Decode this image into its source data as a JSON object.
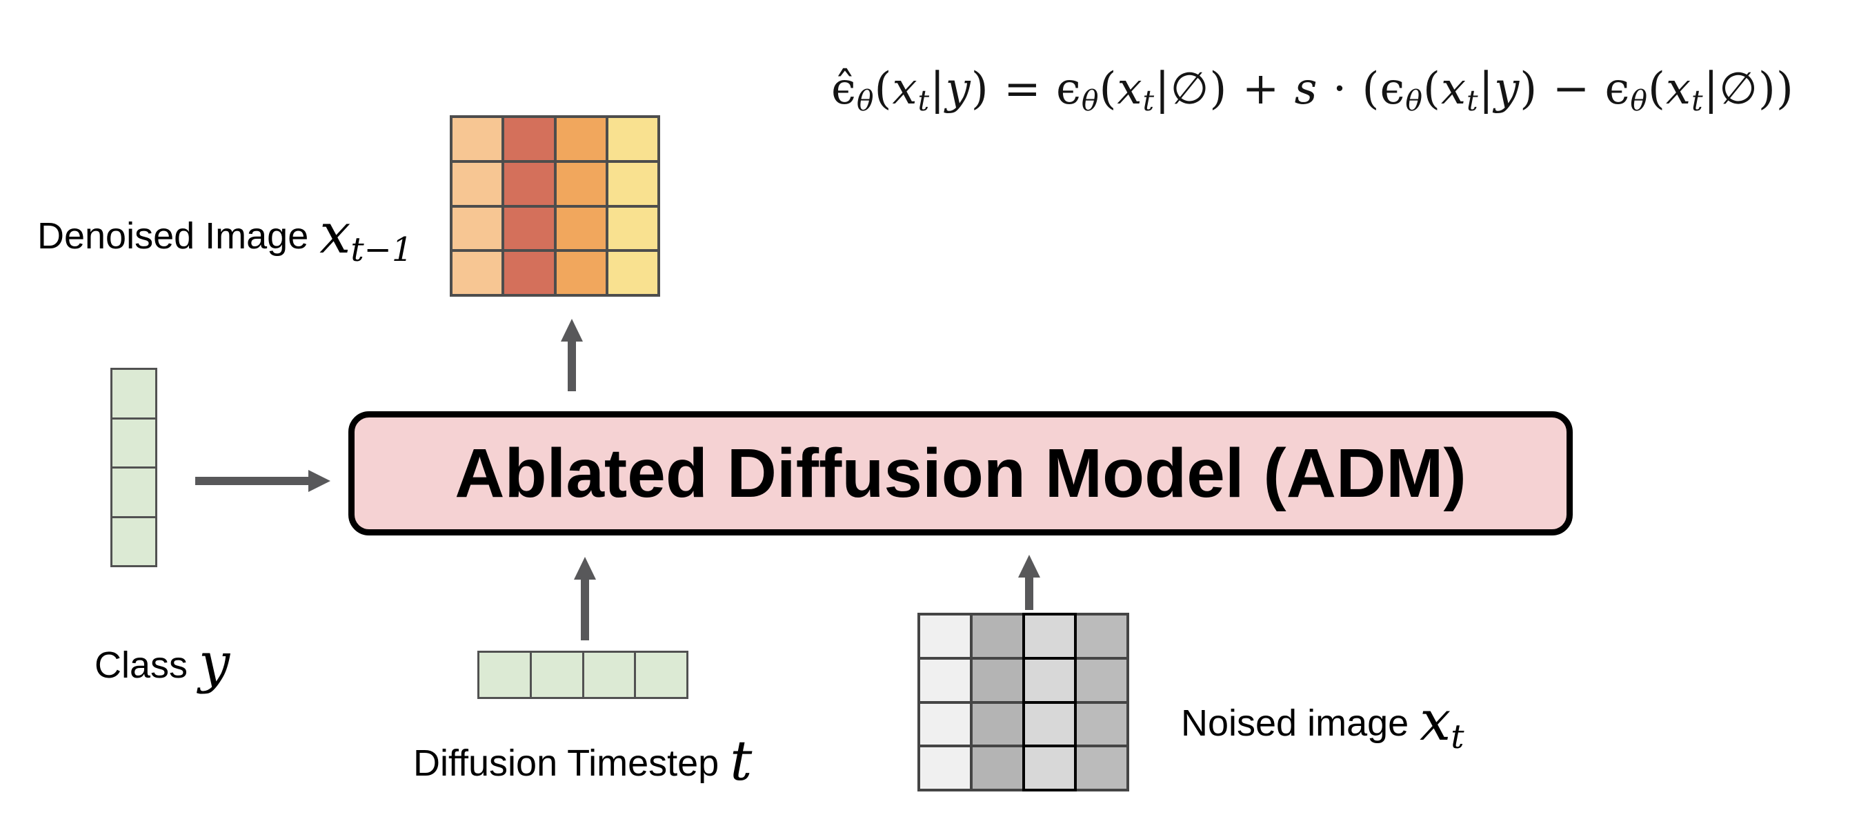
{
  "formula": {
    "text": "ϵ̂_θ(x_t|y) = ϵ_θ(x_t|∅) + s · (ϵ_θ(x_t|y) − ϵ_θ(x_t|∅))",
    "parts": [
      [
        "m",
        "ϵ̂"
      ],
      [
        "s",
        "θ"
      ],
      [
        "m",
        "("
      ],
      [
        "mi",
        "x"
      ],
      [
        "s",
        "t"
      ],
      [
        "m",
        "|"
      ],
      [
        "mi",
        "y"
      ],
      [
        "m",
        ") = "
      ],
      [
        "m",
        "ϵ"
      ],
      [
        "s",
        "θ"
      ],
      [
        "m",
        "("
      ],
      [
        "mi",
        "x"
      ],
      [
        "s",
        "t"
      ],
      [
        "m",
        "|∅) + "
      ],
      [
        "mi",
        "s"
      ],
      [
        "m",
        " · ("
      ],
      [
        "m",
        "ϵ"
      ],
      [
        "s",
        "θ"
      ],
      [
        "m",
        "("
      ],
      [
        "mi",
        "x"
      ],
      [
        "s",
        "t"
      ],
      [
        "m",
        "|"
      ],
      [
        "mi",
        "y"
      ],
      [
        "m",
        ") − "
      ],
      [
        "m",
        "ϵ"
      ],
      [
        "s",
        "θ"
      ],
      [
        "m",
        "("
      ],
      [
        "mi",
        "x"
      ],
      [
        "s",
        "t"
      ],
      [
        "m",
        "|∅))"
      ]
    ]
  },
  "adm_box": {
    "label": "Ablated Diffusion Model (ADM)",
    "fill": "#F5D2D3",
    "border_color": "#000000"
  },
  "labels": {
    "denoised": {
      "text": "Denoised Image",
      "math_main": "x",
      "math_sub": "t−1"
    },
    "class": {
      "text": "Class",
      "math": "y"
    },
    "timestep": {
      "text": "Diffusion Timestep",
      "math": "t"
    },
    "noised": {
      "text": "Noised image",
      "math_main": "x",
      "math_sub": "t"
    }
  },
  "grids": {
    "denoised": {
      "rows": 4,
      "cols": 4,
      "column_colors": [
        "#F7C693",
        "#D4705B",
        "#F1A75D",
        "#F9E190"
      ],
      "line_color": "#4D4D4D"
    },
    "noised": {
      "rows": 4,
      "cols": 4,
      "column_colors": [
        "#F0F0F0",
        "#B4B4B4",
        "#D8D8D8",
        "#BBBBBB"
      ],
      "line_color": "#454545",
      "highlight_col": 2,
      "highlight_color": "#000000"
    },
    "class_vector": {
      "rows": 4,
      "cols": 1,
      "fill": "#DCEAD4",
      "line_color": "#515151"
    },
    "timestep_vector": {
      "rows": 1,
      "cols": 4,
      "fill": "#DCEAD4",
      "line_color": "#515151"
    }
  },
  "arrows": {
    "color": "#58585A"
  }
}
